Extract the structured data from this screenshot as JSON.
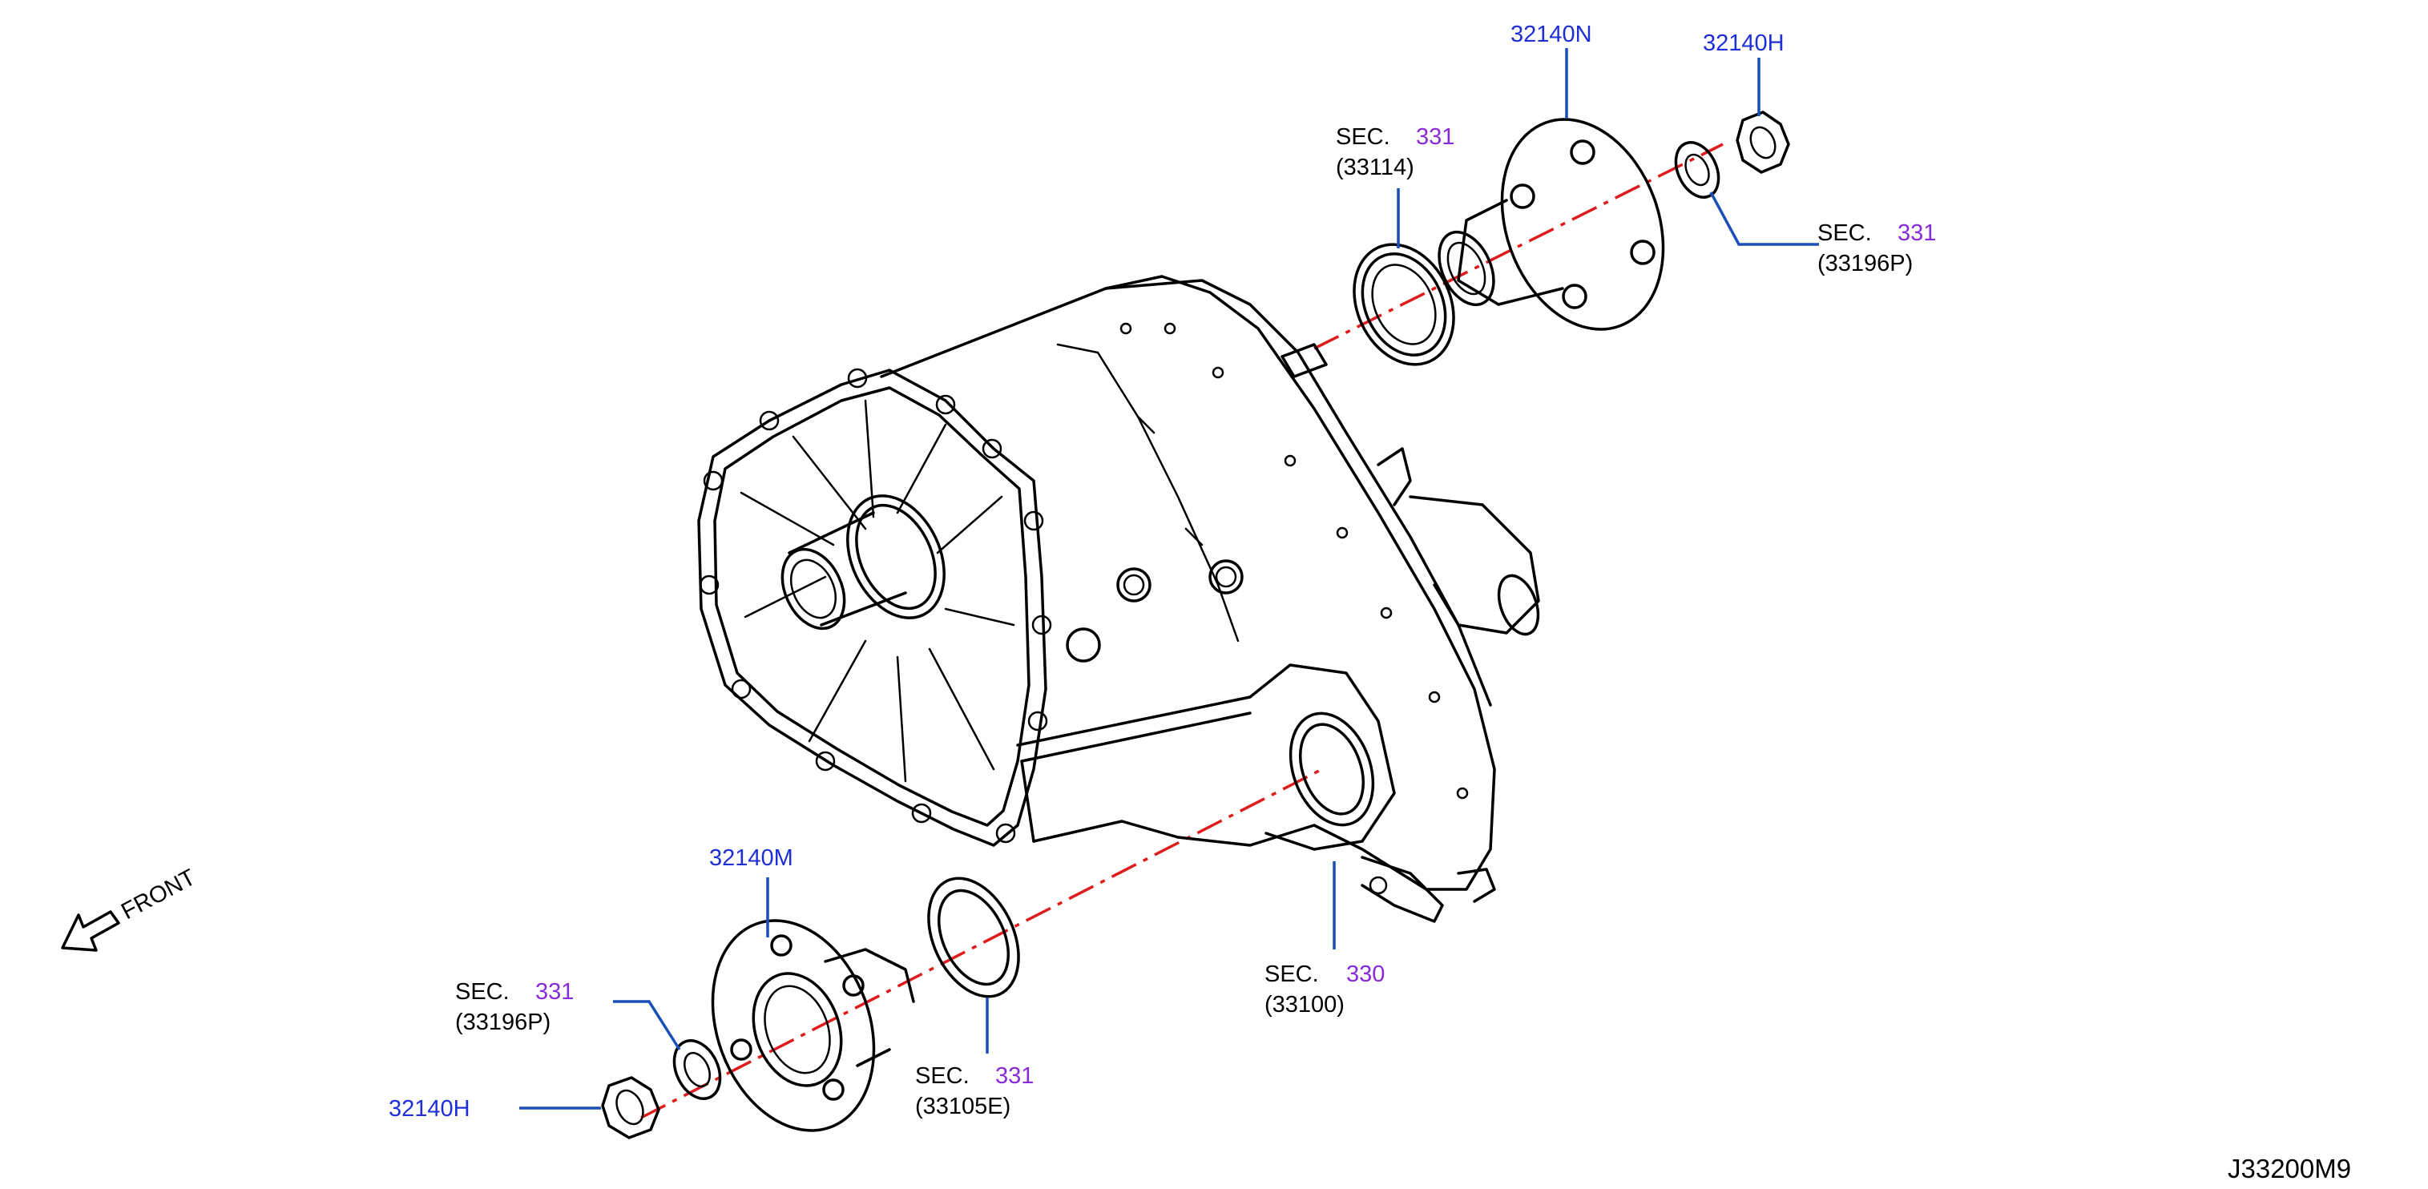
{
  "colors": {
    "part_number": "#1f2fd6",
    "section_number": "#8a2bd8",
    "text": "#000000",
    "leader": "#1a4fb8",
    "center_axis": "#e01b1b"
  },
  "callouts": {
    "n32140N": {
      "part": "32140N"
    },
    "h32140H_top": {
      "part": "32140H"
    },
    "sec_33114": {
      "prefix": "SEC.",
      "section": "331",
      "ref": "(33114)"
    },
    "sec_33196P_right": {
      "prefix": "SEC.",
      "section": "331",
      "ref": "(33196P)"
    },
    "m32140M": {
      "part": "32140M"
    },
    "sec_33196P_left": {
      "prefix": "SEC.",
      "section": "331",
      "ref": "(33196P)"
    },
    "h32140H_bottom": {
      "part": "32140H"
    },
    "sec_33105E": {
      "prefix": "SEC.",
      "section": "331",
      "ref": "(33105E)"
    },
    "sec_33100": {
      "prefix": "SEC.",
      "section": "330",
      "ref": "(33100)"
    }
  },
  "front_indicator": {
    "label": "FRONT",
    "icon": "front-arrow-icon"
  },
  "diagram_id": "J33200M9"
}
